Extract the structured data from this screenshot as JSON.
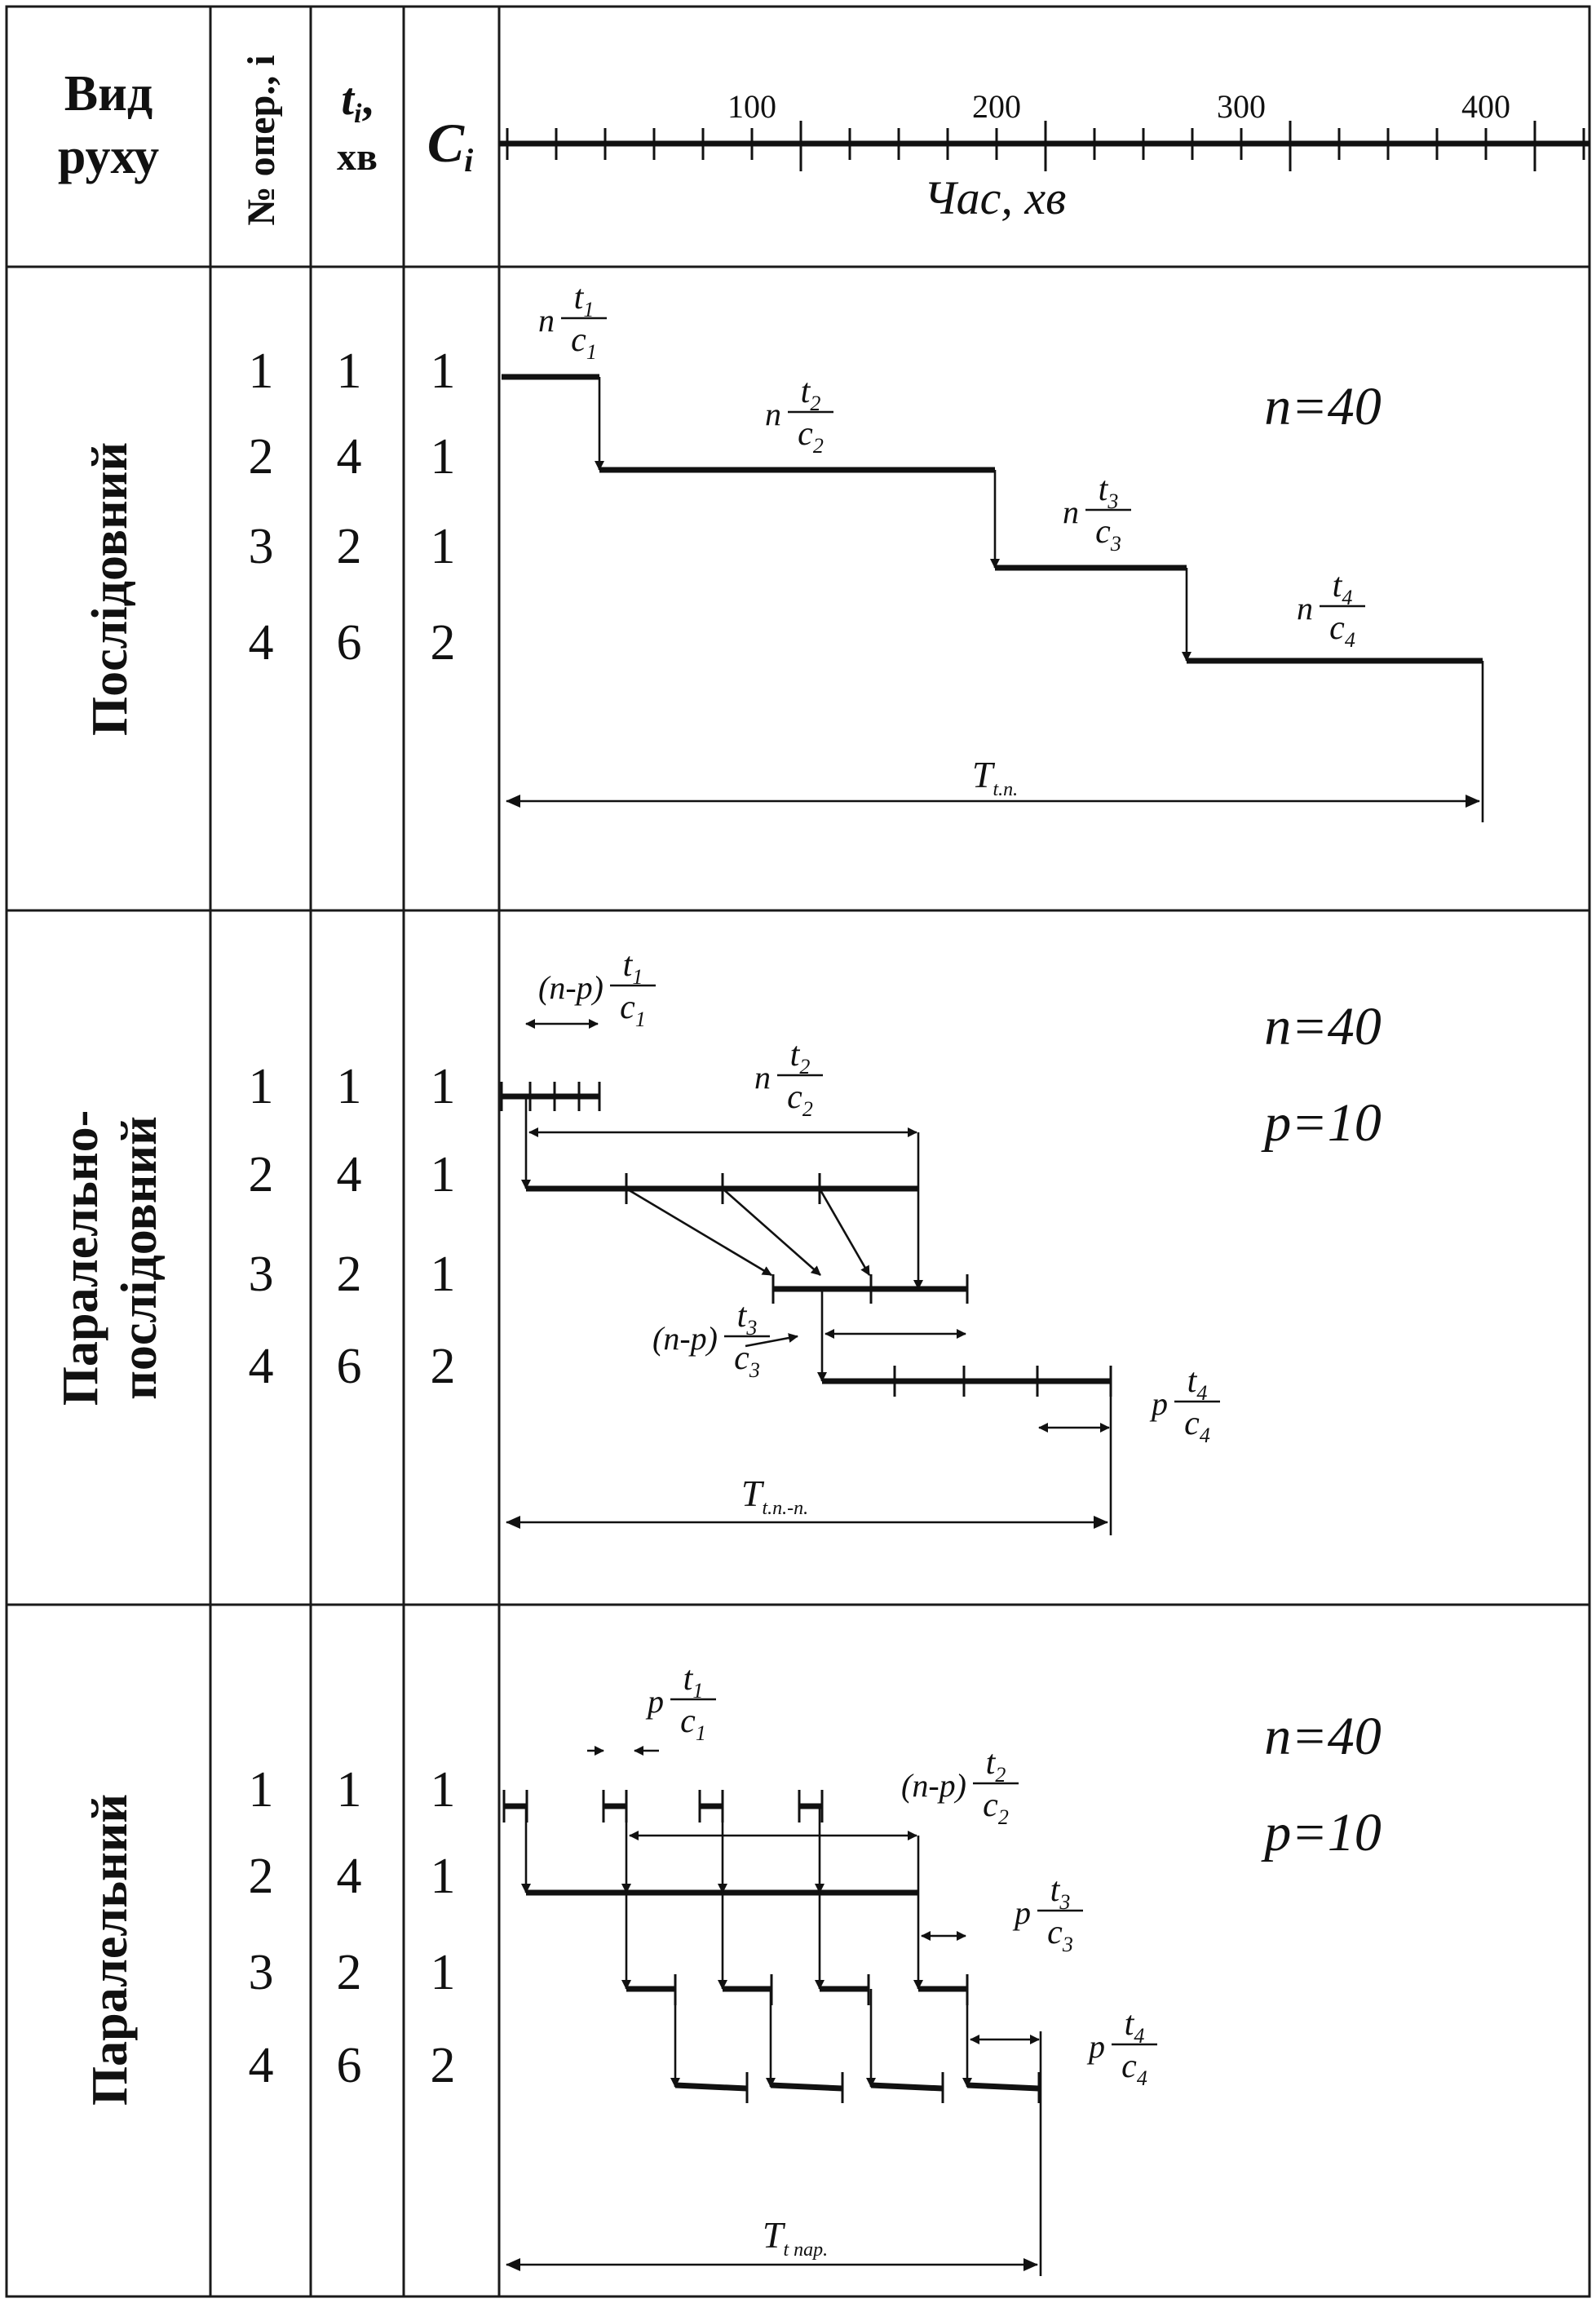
{
  "header": {
    "col_motion": [
      "Вид",
      "руху"
    ],
    "col_op_no": "№ опер., i",
    "col_time_main": "t",
    "col_time_sub": "i",
    "col_time_comma": ",",
    "col_time_unit": "хв",
    "col_c_main": "C",
    "col_c_sub": "i",
    "axis_label": "Час, хв",
    "axis_ticks": [
      {
        "value": 100,
        "label": "100"
      },
      {
        "value": 200,
        "label": "200"
      },
      {
        "value": 300,
        "label": "300"
      },
      {
        "value": 400,
        "label": "400"
      }
    ]
  },
  "operations": [
    {
      "i": "1",
      "t": "1",
      "c": "1"
    },
    {
      "i": "2",
      "t": "4",
      "c": "1"
    },
    {
      "i": "3",
      "t": "2",
      "c": "1"
    },
    {
      "i": "4",
      "t": "6",
      "c": "2"
    }
  ],
  "sections": [
    {
      "key": "sequential",
      "title_lines": [
        "Послідовний"
      ],
      "params": [
        "n=40"
      ],
      "total_label": {
        "main": "T",
        "sub": "t.п."
      }
    },
    {
      "key": "parallel_sequential",
      "title_lines": [
        "Паралельно-",
        "послідовний"
      ],
      "params": [
        "n=40",
        "p=10"
      ],
      "total_label": {
        "main": "T",
        "sub": "t.п.-п."
      }
    },
    {
      "key": "parallel",
      "title_lines": [
        "Паралельний"
      ],
      "params": [
        "n=40",
        "p=10"
      ],
      "total_label": {
        "main": "T",
        "sub": "t пар."
      }
    }
  ],
  "fractions": {
    "seq": [
      {
        "coef": "n",
        "num": "t",
        "num_sub": "1",
        "den": "c",
        "den_sub": "1"
      },
      {
        "coef": "n",
        "num": "t",
        "num_sub": "2",
        "den": "c",
        "den_sub": "2"
      },
      {
        "coef": "n",
        "num": "t",
        "num_sub": "3",
        "den": "c",
        "den_sub": "3"
      },
      {
        "coef": "n",
        "num": "t",
        "num_sub": "4",
        "den": "c",
        "den_sub": "4"
      }
    ],
    "par_seq": [
      {
        "coef": "(n-p)",
        "num": "t",
        "num_sub": "1",
        "den": "c",
        "den_sub": "1"
      },
      {
        "coef": "n",
        "num": "t",
        "num_sub": "2",
        "den": "c",
        "den_sub": "2"
      },
      {
        "coef": "(n-p)",
        "num": "t",
        "num_sub": "3",
        "den": "c",
        "den_sub": "3"
      },
      {
        "coef": "p",
        "num": "t",
        "num_sub": "4",
        "den": "c",
        "den_sub": "4"
      }
    ],
    "par": [
      {
        "coef": "p",
        "num": "t",
        "num_sub": "1",
        "den": "c",
        "den_sub": "1"
      },
      {
        "coef": "(n-p)",
        "num": "t",
        "num_sub": "2",
        "den": "c",
        "den_sub": "2"
      },
      {
        "coef": "p",
        "num": "t",
        "num_sub": "3",
        "den": "c",
        "den_sub": "3"
      },
      {
        "coef": "p",
        "num": "t",
        "num_sub": "4",
        "den": "c",
        "den_sub": "4"
      }
    ]
  }
}
